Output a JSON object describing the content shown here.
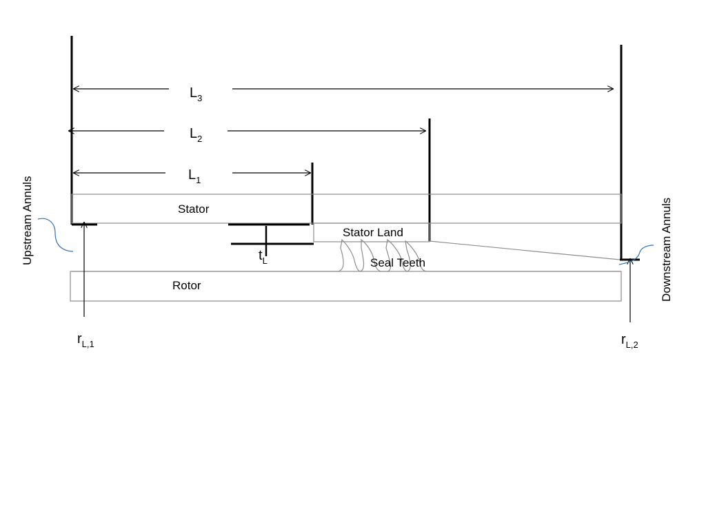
{
  "labels": {
    "l3_main": "L",
    "l3_sub": "3",
    "l2_main": "L",
    "l2_sub": "2",
    "l1_main": "L",
    "l1_sub": "1",
    "stator": "Stator",
    "stator_land": "Stator Land",
    "seal_teeth": "Seal Teeth",
    "rotor": "Rotor",
    "tl_main": "t",
    "tl_sub": "L",
    "rl1_main": "r",
    "rl1_sub": "L,1",
    "rl2_main": "r",
    "rl2_sub": "L,2",
    "upstream": "Upstream Annuls",
    "downstream": "Downstream Annuls"
  },
  "colors": {
    "line": "#000000",
    "outline": "#8c8c8c",
    "callout": "#2e6fb8"
  }
}
